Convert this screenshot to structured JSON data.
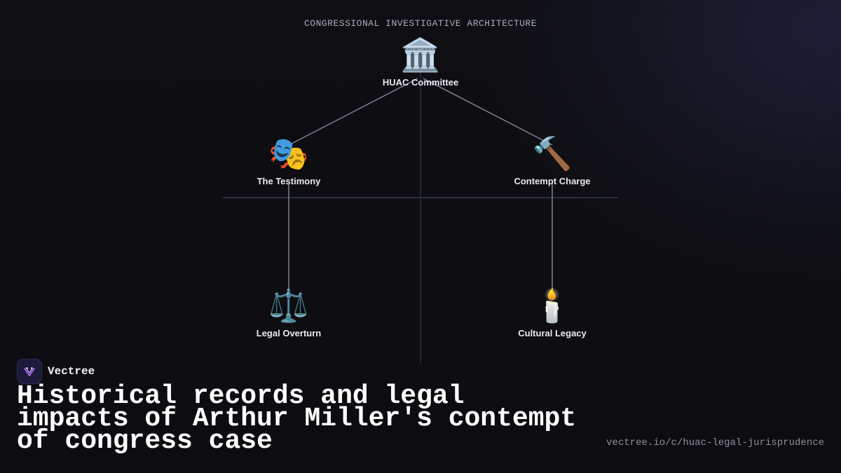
{
  "diagram": {
    "title": "CONGRESSIONAL INVESTIGATIVE ARCHITECTURE",
    "nodes": {
      "huac": {
        "label": "HUAC Committee",
        "icon": "classical-building-icon",
        "glyph": "🏛️"
      },
      "testimony": {
        "label": "The Testimony",
        "icon": "performing-arts-masks-icon",
        "glyph": "🎭"
      },
      "contempt": {
        "label": "Contempt Charge",
        "icon": "hammer-icon",
        "glyph": "🔨"
      },
      "legal": {
        "label": "Legal Overturn",
        "icon": "balance-scale-icon",
        "glyph": "⚖️"
      },
      "legacy": {
        "label": "Cultural Legacy",
        "icon": "candle-icon",
        "glyph": "🕯️"
      }
    },
    "edges": [
      {
        "from": "HUAC Committee",
        "to": "The Testimony"
      },
      {
        "from": "HUAC Committee",
        "to": "Contempt Charge"
      },
      {
        "from": "The Testimony",
        "to": "Legal Overturn"
      },
      {
        "from": "Contempt Charge",
        "to": "Cultural Legacy"
      }
    ]
  },
  "footer": {
    "brand_name": "Vectree",
    "headline": "Historical records and legal impacts of Arthur Miller's contempt of congress case",
    "source_url": "vectree.io/c/huac-legal-jurisprudence"
  },
  "colors": {
    "background": "#0e0e12",
    "edge": "#7a8296",
    "axis": "#2a3040",
    "brand_logo_bg": "#1c1a3a",
    "brand_logo_accent": "#b06cff"
  }
}
